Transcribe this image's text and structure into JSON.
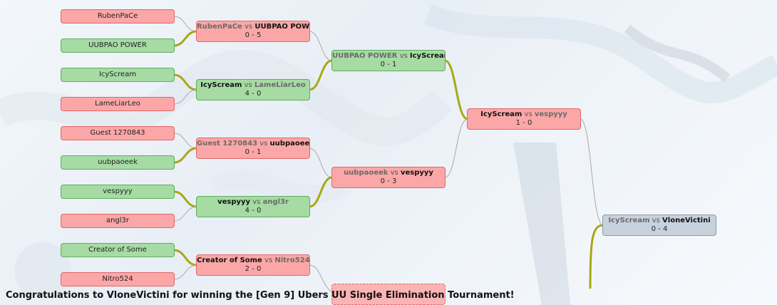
{
  "players": {
    "p1": "RubenPaCe",
    "p2": "UUBPAO POWER",
    "p3": "IcyScream",
    "p4": "LameLiarLeo",
    "p5": "Guest 1270843",
    "p6": "uubpaoeek",
    "p7": "vespyyy",
    "p8": "angl3r",
    "p9": "Creator of Some",
    "p10": "Nitro524"
  },
  "matches": {
    "r1m1": {
      "left": "RubenPaCe",
      "right": "UUBPAO POWER",
      "vs": "vs",
      "score": "0 - 5",
      "winner": "right"
    },
    "r1m2": {
      "left": "IcyScream",
      "right": "LameLiarLeo",
      "vs": "vs",
      "score": "4 - 0",
      "winner": "left"
    },
    "r1m3": {
      "left": "Guest 1270843",
      "right": "uubpaoeek",
      "vs": "vs",
      "score": "0 - 1",
      "winner": "right"
    },
    "r1m4": {
      "left": "vespyyy",
      "right": "angl3r",
      "vs": "vs",
      "score": "4 - 0",
      "winner": "left"
    },
    "r1m5": {
      "left": "Creator of Some",
      "right": "Nitro524",
      "vs": "vs",
      "score": "2 - 0",
      "winner": "left"
    },
    "r2m1": {
      "left": "UUBPAO POWER",
      "right": "IcyScream",
      "vs": "vs",
      "score": "0 - 1",
      "winner": "right"
    },
    "r2m2": {
      "left": "uubpaoeek",
      "right": "vespyyy",
      "vs": "vs",
      "score": "0 - 3",
      "winner": "right"
    },
    "r3m1": {
      "left": "IcyScream",
      "right": "vespyyy",
      "vs": "vs",
      "score": "1 - 0",
      "winner": "left"
    },
    "final": {
      "left": "IcyScream",
      "right": "VloneVictini",
      "vs": "vs",
      "score": "0 - 4",
      "winner": "right"
    }
  },
  "colors": {
    "win_wire": "#a8a814",
    "lose_wire": "#a8a8a8",
    "red_box": "#fba7a7",
    "green_box": "#a6dba4",
    "grey_box": "#c8d2dd"
  },
  "footer": {
    "congrats": "Congratulations to VloneVictini for winning the [Gen 9] Ubers UU Single Elimination Tournament!"
  }
}
